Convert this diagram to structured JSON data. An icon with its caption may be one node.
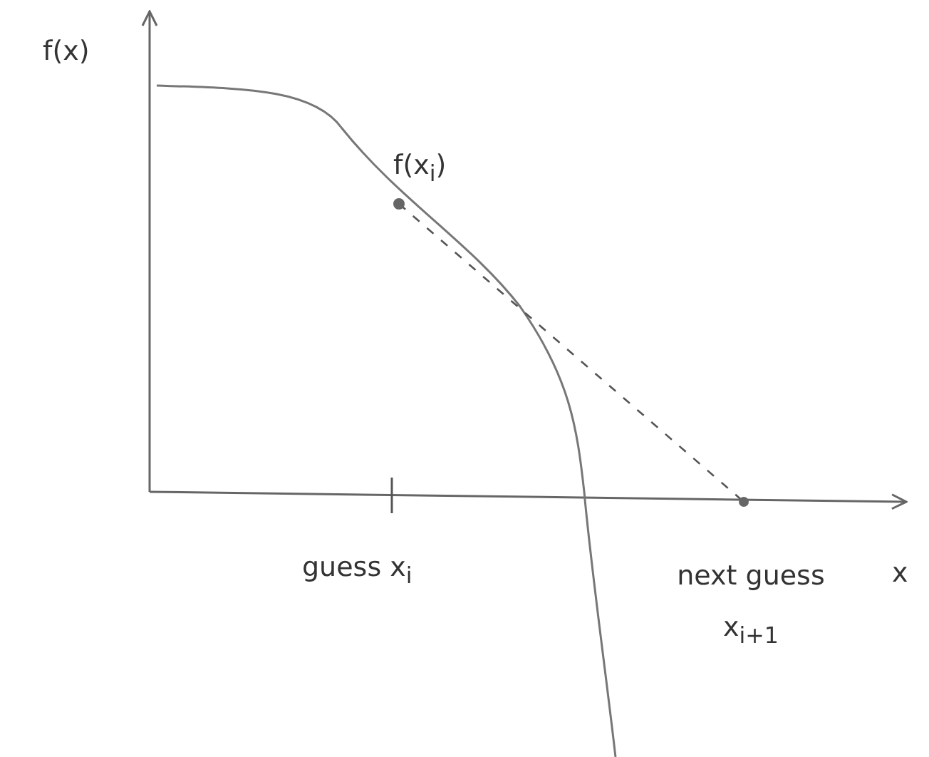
{
  "diagram": {
    "labels": [
      "f(x)",
      "f(x$_{i}$)",
      "guess x$_{i}$",
      "next guess x$_{i+1}$",
      "x"
    ]
  }
}
